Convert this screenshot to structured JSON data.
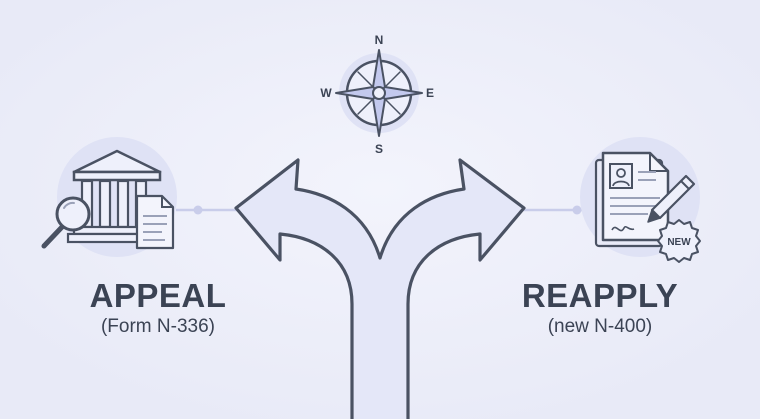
{
  "compass": {
    "north": "N",
    "south": "S",
    "east": "E",
    "west": "W"
  },
  "appeal": {
    "title": "APPEAL",
    "subtitle": "(Form N-336)"
  },
  "reapply": {
    "title": "REAPPLY",
    "subtitle": "(new N-400)",
    "badge": "NEW"
  },
  "colors": {
    "background": "#eceef9",
    "stroke": "#4a5263",
    "arrow_fill": "#e4e7f8",
    "accent": "#c3c9ee",
    "halo": "#dfe2f5",
    "text": "#3b4354"
  },
  "icons": {
    "top": "compass-rose-icon",
    "left": "courthouse-with-magnifier-and-document-icon",
    "right": "application-form-with-pen-and-new-badge-icon",
    "center": "forked-road-arrows-icon"
  }
}
